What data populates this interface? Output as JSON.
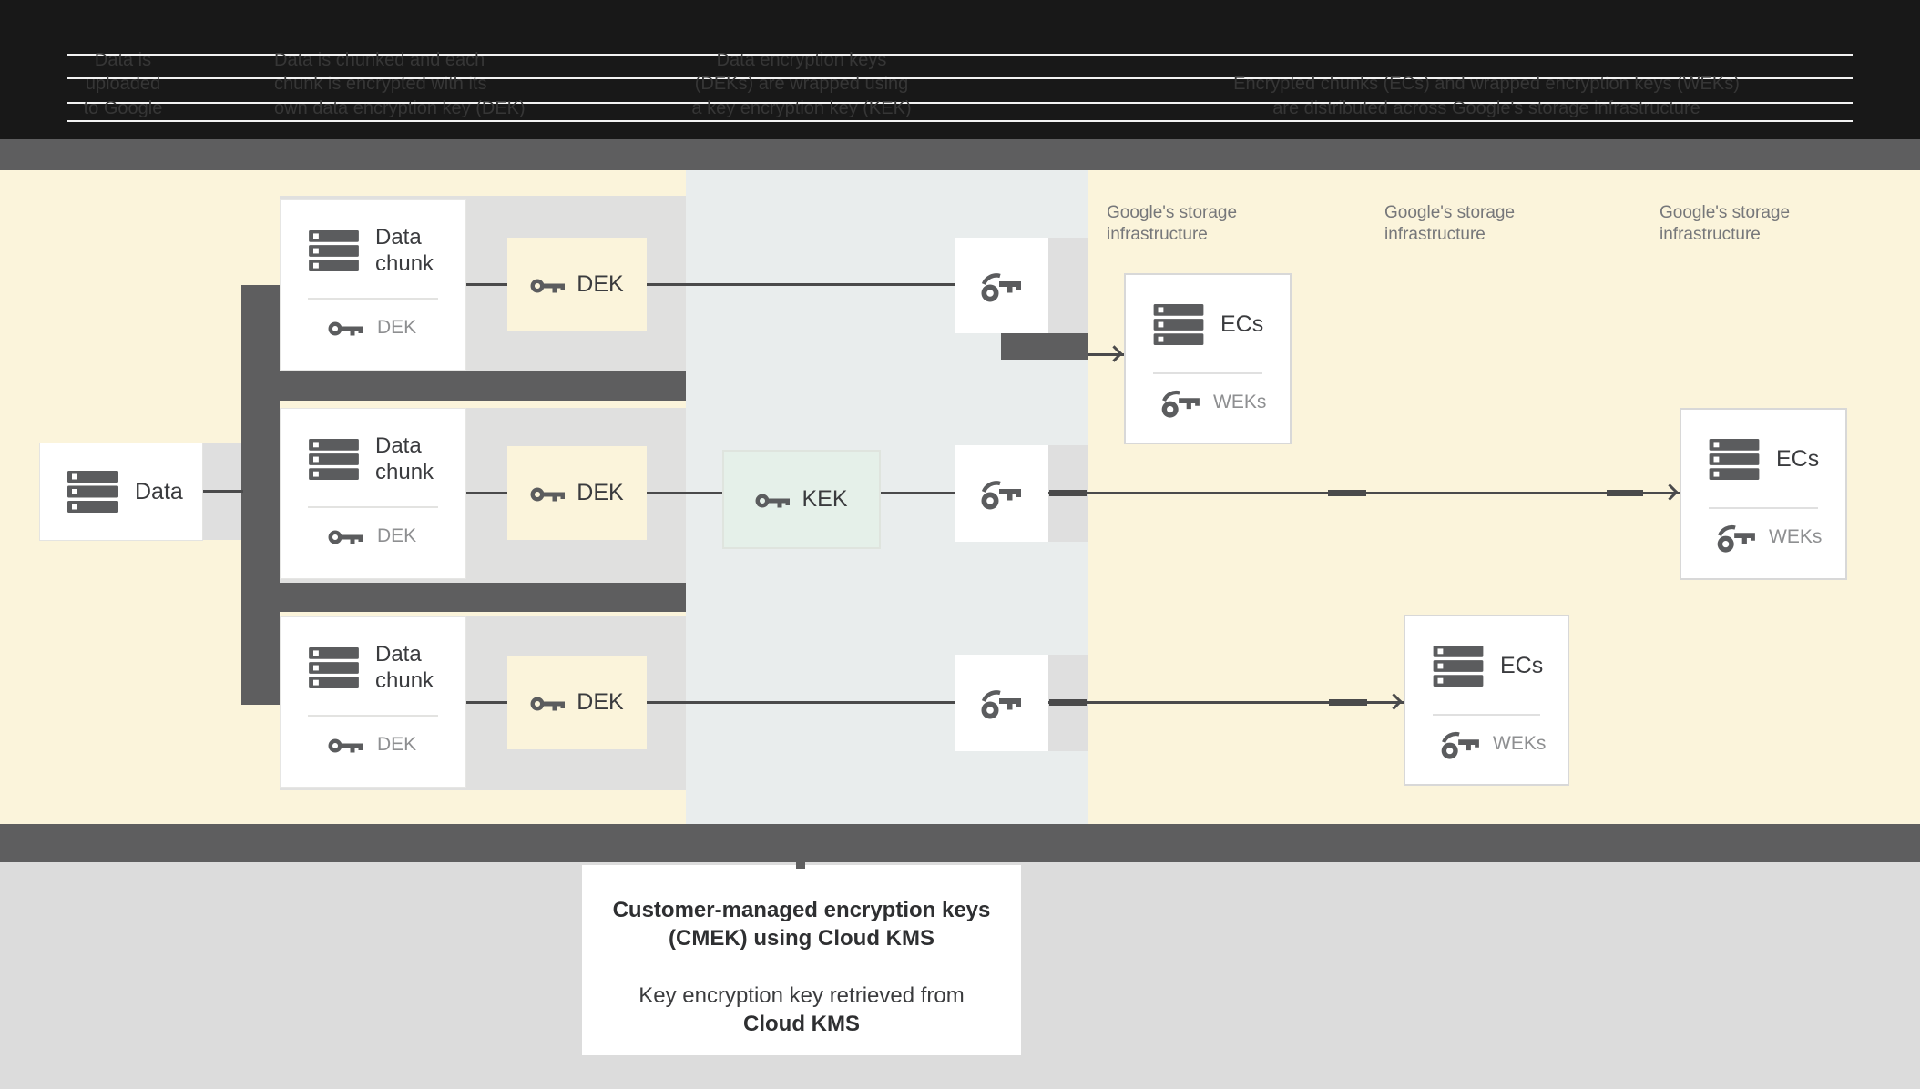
{
  "header": {
    "cols": [
      {
        "lines": [
          "Data is",
          "uploaded",
          "to Google"
        ]
      },
      {
        "lines": [
          "Data is chunked and each",
          "chunk is encrypted with its",
          "own data encryption key (DEK)"
        ]
      },
      {
        "lines": [
          "Data encryption keys",
          "(DEKs) are wrapped using",
          "a key encryption key (KEK)"
        ]
      },
      {
        "lines": [
          "Encrypted chunks (ECs) and wrapped encryption keys (WEKs)",
          "are distributed across Google's storage infrastructure"
        ]
      }
    ]
  },
  "diagram": {
    "data_box": {
      "label": "Data"
    },
    "chunks": [
      {
        "title": "Data chunk",
        "key": "DEK"
      },
      {
        "title": "Data chunk",
        "key": "DEK"
      },
      {
        "title": "Data chunk",
        "key": "DEK"
      }
    ],
    "dek_boxes": [
      {
        "label": "DEK"
      },
      {
        "label": "DEK"
      },
      {
        "label": "DEK"
      }
    ],
    "kek_box": {
      "label": "KEK"
    },
    "storage_labels": [
      {
        "line1": "Google's storage",
        "line2": "infrastructure"
      },
      {
        "line1": "Google's storage",
        "line2": "infrastructure"
      },
      {
        "line1": "Google's storage",
        "line2": "infrastructure"
      }
    ],
    "ecs": [
      {
        "title": "ECs",
        "key": "WEKs"
      },
      {
        "title": "ECs",
        "key": "WEKs"
      },
      {
        "title": "ECs",
        "key": "WEKs"
      }
    ]
  },
  "caption": {
    "line1": "Customer-managed encryption keys",
    "line2": "(CMEK) using Cloud KMS",
    "line3": "Key encryption key retrieved from",
    "line4": "Cloud KMS"
  },
  "colors": {
    "cream": "#FBF4DB",
    "panel_blue": "#E9EDED",
    "mint": "#E5F0E9",
    "dark": "#5E5E5F",
    "block_gray": "#E0E0DF",
    "cell_gray": "#DFDFDF",
    "bottom_gray": "#DCDCDC",
    "header_bg": "#181818",
    "line": "#4A4A4B",
    "text_dark": "#3A3B3E",
    "text_gray": "#8E8F91",
    "text_header": "#363636",
    "rule": "#F2F2F2",
    "icon": "#5B5C5E"
  }
}
